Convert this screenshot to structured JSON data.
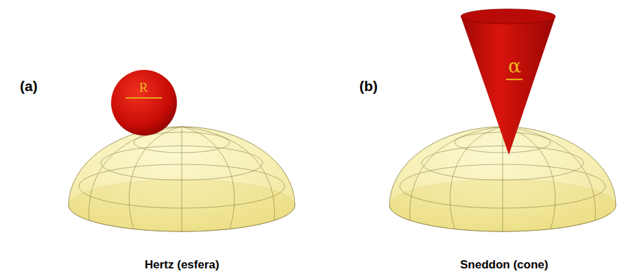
{
  "diagram": {
    "labels": [
      "(a)",
      "(b)",
      "R",
      "α",
      "Hertz (esfera)",
      "Sneddon (cone)"
    ]
  }
}
